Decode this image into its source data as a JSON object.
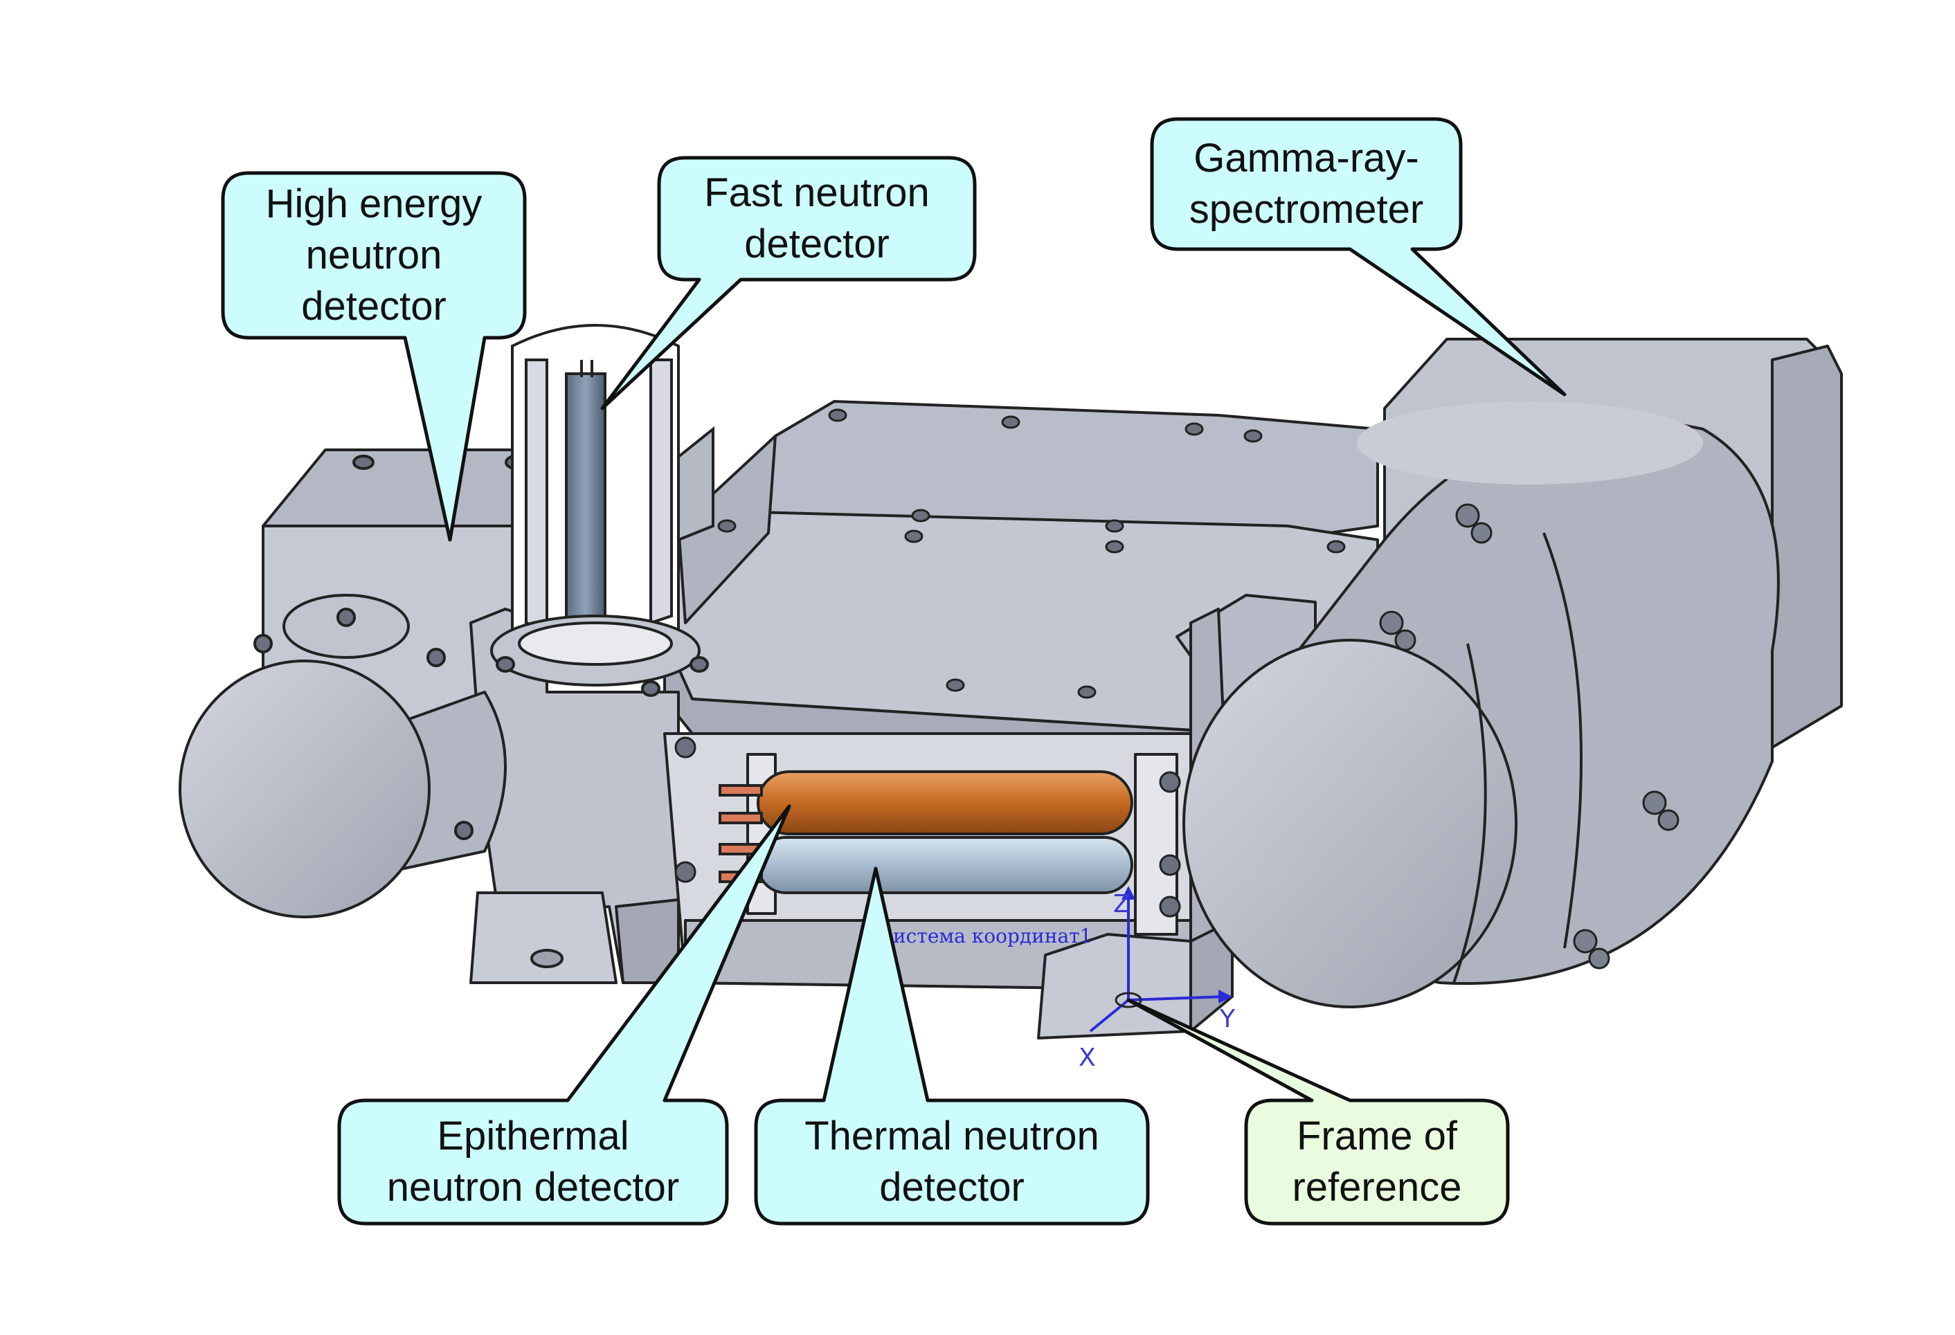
{
  "callouts": {
    "high_energy": "High energy\nneutron\ndetector",
    "fast": "Fast neutron\ndetector",
    "gamma": "Gamma-ray-\nspectrometer",
    "epithermal": "Epithermal\nneutron detector",
    "thermal": "Thermal neutron\ndetector",
    "frame": "Frame of\nreference"
  },
  "axes": {
    "x": "X",
    "y": "Y",
    "z": "Z",
    "system_label": "истема координат1"
  },
  "colors": {
    "callout_fill": "#cdfcfd",
    "frame_callout_fill": "#eafce0",
    "metal": "#c3c7d2",
    "metal_dark": "#9ea3b0",
    "copper": "#c46a22",
    "steel_blue": "#a9bccf",
    "axis_blue": "#2a2ad8"
  }
}
